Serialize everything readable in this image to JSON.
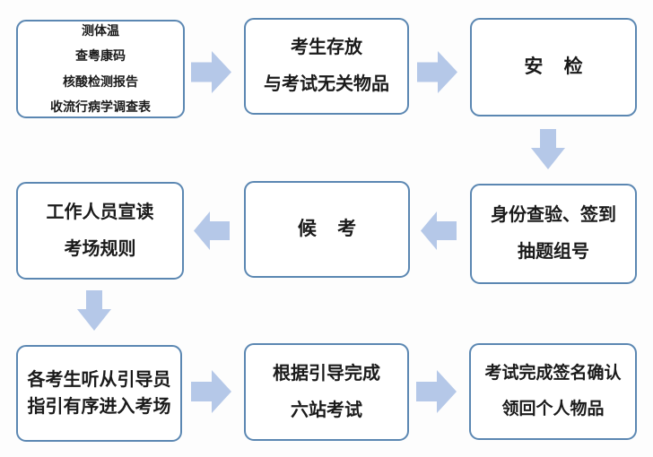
{
  "diagram": {
    "type": "flowchart",
    "colors": {
      "box_border": "#5b87b2",
      "arrow_fill": "#b5c8e8",
      "text": "#1a1a1a",
      "background": "#fdfdfd"
    },
    "boxes": [
      {
        "id": "health-screening",
        "lines": [
          "测体温",
          "查粤康码",
          "核酸检测报告",
          "收流行病学调查表"
        ]
      },
      {
        "id": "store-items",
        "lines": [
          "考生存放",
          "与考试无关物品"
        ]
      },
      {
        "id": "security-check",
        "lines": [
          "安    检"
        ]
      },
      {
        "id": "identity-check-sign-in",
        "lines": [
          "身份查验、签到",
          "抽题组号"
        ]
      },
      {
        "id": "waiting",
        "lines": [
          "候    考"
        ]
      },
      {
        "id": "read-rules",
        "lines": [
          "工作人员宣读",
          "考场规则"
        ]
      },
      {
        "id": "enter-exam-room",
        "lines": [
          "各考生听从引导员",
          "指引有序进入考场"
        ]
      },
      {
        "id": "six-station-exam",
        "lines": [
          "根据引导完成",
          "六站考试"
        ]
      },
      {
        "id": "sign-confirm-collect",
        "lines": [
          "考试完成签名确认",
          "领回个人物品"
        ]
      }
    ],
    "arrows": [
      {
        "from": "health-screening",
        "to": "store-items",
        "direction": "right"
      },
      {
        "from": "store-items",
        "to": "security-check",
        "direction": "right"
      },
      {
        "from": "security-check",
        "to": "identity-check-sign-in",
        "direction": "down"
      },
      {
        "from": "identity-check-sign-in",
        "to": "waiting",
        "direction": "left"
      },
      {
        "from": "waiting",
        "to": "read-rules",
        "direction": "left"
      },
      {
        "from": "read-rules",
        "to": "enter-exam-room",
        "direction": "down"
      },
      {
        "from": "enter-exam-room",
        "to": "six-station-exam",
        "direction": "right"
      },
      {
        "from": "six-station-exam",
        "to": "sign-confirm-collect",
        "direction": "right"
      }
    ]
  }
}
